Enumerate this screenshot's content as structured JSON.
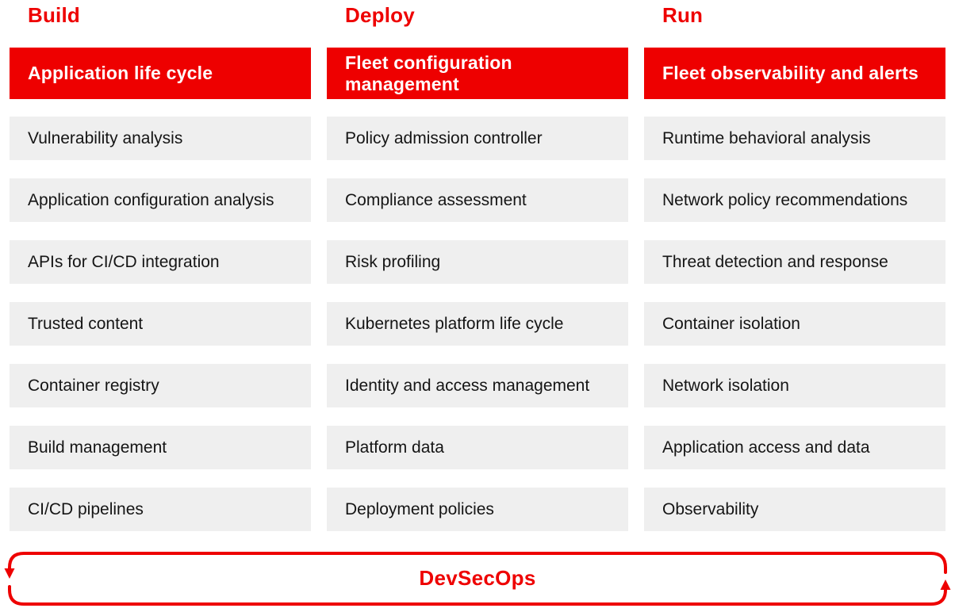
{
  "colors": {
    "accent_red": "#ee0000",
    "item_box_gray": "#efefef",
    "item_text": "#151515",
    "header_text": "#ffffff",
    "background": "#ffffff"
  },
  "columns": [
    {
      "title": "Build",
      "header": "Application life cycle",
      "items": [
        "Vulnerability analysis",
        "Application configuration analysis",
        "APIs for CI/CD integration",
        "Trusted content",
        "Container registry",
        "Build management",
        "CI/CD pipelines"
      ]
    },
    {
      "title": "Deploy",
      "header": "Fleet configuration management",
      "items": [
        "Policy admission controller",
        "Compliance assessment",
        "Risk profiling",
        "Kubernetes platform life cycle",
        "Identity and access management",
        "Platform data",
        "Deployment policies"
      ]
    },
    {
      "title": "Run",
      "header": "Fleet observability and alerts",
      "items": [
        "Runtime behavioral analysis",
        "Network policy recommendations",
        "Threat detection and response",
        "Container isolation",
        "Network isolation",
        "Application access and data",
        "Observability"
      ]
    }
  ],
  "footer": {
    "label": "DevSecOps"
  }
}
